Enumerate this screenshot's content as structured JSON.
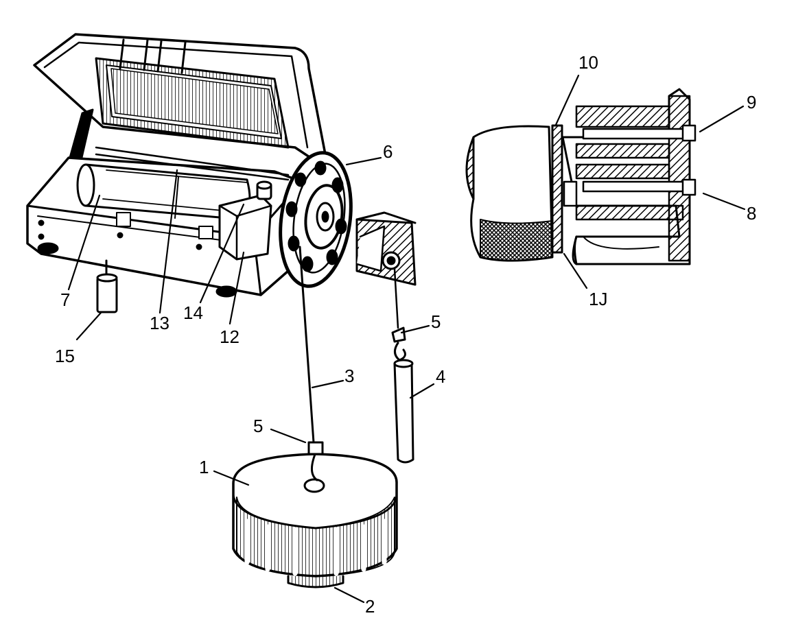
{
  "labels": {
    "l1": "1",
    "l2": "2",
    "l3": "3",
    "l4": "4",
    "l5a": "5",
    "l5b": "5",
    "l6": "6",
    "l7": "7",
    "l8": "8",
    "l9": "9",
    "l10": "10",
    "l11": "1J",
    "l12": "12",
    "l13": "13",
    "l14": "14",
    "l15": "15"
  }
}
